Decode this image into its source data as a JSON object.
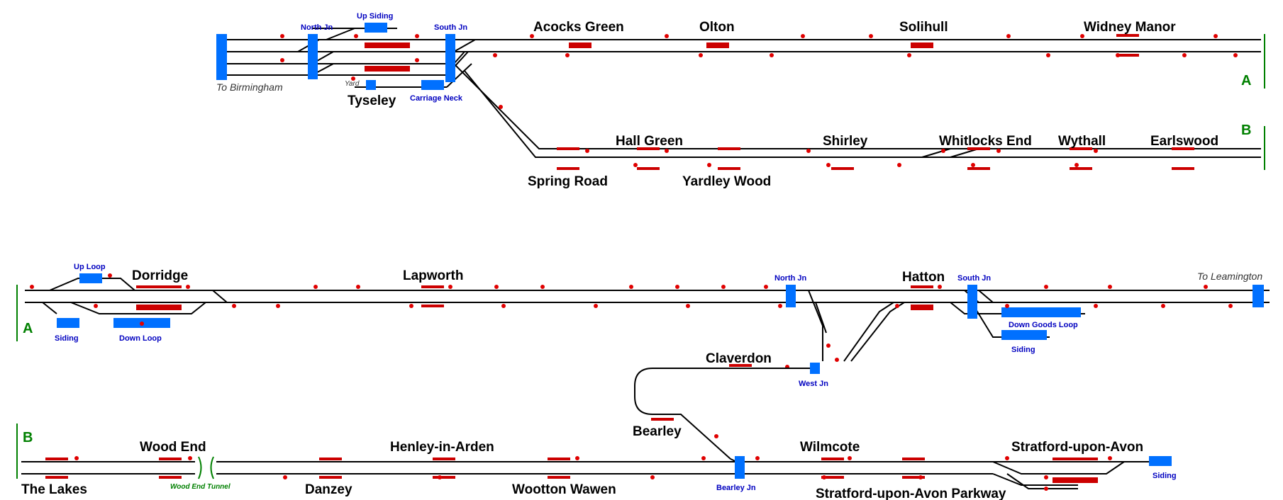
{
  "labels": {
    "to_birmingham": "To Birmingham",
    "to_leamington": "To Leamington",
    "north_jn_top": "North Jn",
    "south_jn_top": "South Jn",
    "up_siding": "Up Siding",
    "yard": "Yard",
    "carriage_neck": "Carriage Neck",
    "tyseley": "Tyseley",
    "acocks_green": "Acocks Green",
    "olton": "Olton",
    "solihull": "Solihull",
    "widney_manor": "Widney Manor",
    "marker_a": "A",
    "marker_b": "B",
    "hall_green": "Hall Green",
    "shirley": "Shirley",
    "whitlocks_end": "Whitlocks End",
    "wythall": "Wythall",
    "earlswood": "Earlswood",
    "spring_road": "Spring Road",
    "yardley_wood": "Yardley Wood",
    "up_loop": "Up Loop",
    "dorridge": "Dorridge",
    "lapworth": "Lapworth",
    "north_jn_hatton": "North Jn",
    "hatton": "Hatton",
    "south_jn_hatton": "South Jn",
    "siding_dorridge": "Siding",
    "down_loop": "Down Loop",
    "down_goods_loop": "Down Goods Loop",
    "siding_hatton": "Siding",
    "claverdon": "Claverdon",
    "west_jn": "West Jn",
    "bearley": "Bearley",
    "wood_end": "Wood End",
    "henley": "Henley-in-Arden",
    "wilmcote": "Wilmcote",
    "stratford": "Stratford-upon-Avon",
    "siding_stratford": "Siding",
    "the_lakes": "The Lakes",
    "wood_end_tunnel": "Wood End Tunnel",
    "danzey": "Danzey",
    "wootton_wawen": "Wootton Wawen",
    "bearley_jn": "Bearley Jn",
    "stratford_parkway": "Stratford-upon-Avon Parkway"
  },
  "colors": {
    "track": "#000000",
    "platform": "#cc0000",
    "junction": "#0070ff",
    "signal": "#e00000",
    "marker": "#008000"
  }
}
